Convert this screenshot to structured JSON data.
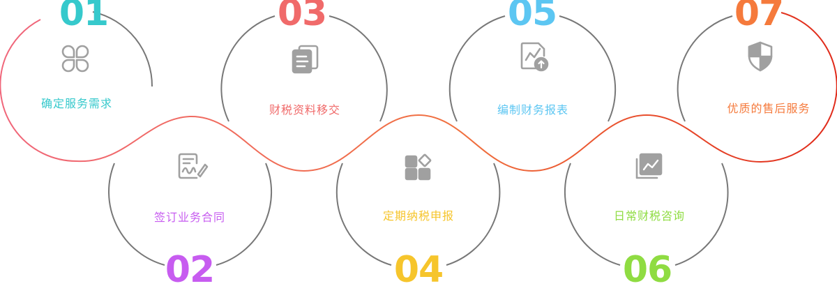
{
  "colors": {
    "ring": "#777777",
    "icon": "#a0a0a0",
    "wave_start": "#f0667a",
    "wave_end": "#e02a1a"
  },
  "steps": [
    {
      "number": "01",
      "label": "确定服务需求",
      "color": "#36c9cc",
      "icon": "clover-icon"
    },
    {
      "number": "02",
      "label": "签订业务合同",
      "color": "#c75cf0",
      "icon": "contract-sign-icon"
    },
    {
      "number": "03",
      "label": "财税资料移交",
      "color": "#f06a6a",
      "icon": "documents-icon"
    },
    {
      "number": "04",
      "label": "定期纳税申报",
      "color": "#f6c52c",
      "icon": "apps-grid-icon"
    },
    {
      "number": "05",
      "label": "编制财务报表",
      "color": "#5cc6f2",
      "icon": "chart-report-icon"
    },
    {
      "number": "06",
      "label": "日常财税咨询",
      "color": "#8fdc42",
      "icon": "line-chart-icon"
    },
    {
      "number": "07",
      "label": "优质的售后服务",
      "color": "#f57a3c",
      "icon": "shield-icon"
    }
  ]
}
